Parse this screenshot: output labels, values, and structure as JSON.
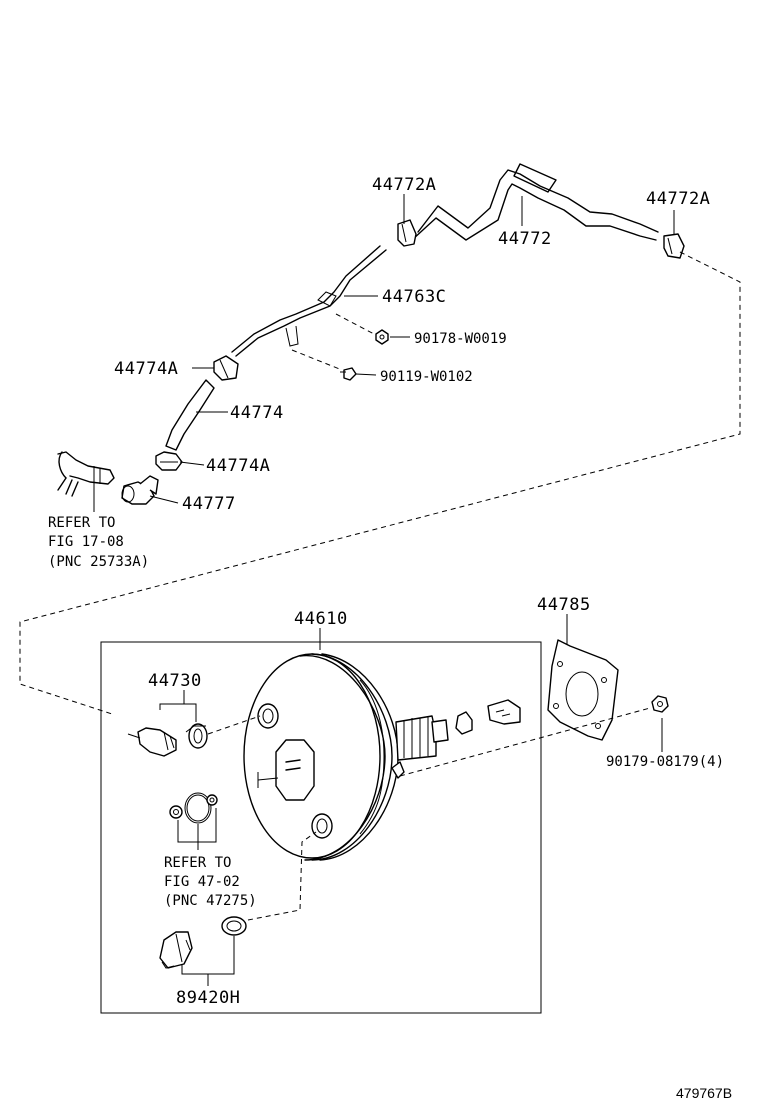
{
  "labels": {
    "p44772A_top": "44772A",
    "p44772": "44772",
    "p44772A_right": "44772A",
    "p44763C": "44763C",
    "p90178": "90178-W0019",
    "p90119": "90119-W0102",
    "p44774A_upper": "44774A",
    "p44774": "44774",
    "p44774A_lower": "44774A",
    "p44777": "44777",
    "ref1_line1": "REFER TO",
    "ref1_line2": "FIG 17-08",
    "ref1_line3": "(PNC 25733A)",
    "p44610": "44610",
    "p44785": "44785",
    "p44730": "44730",
    "p90179": "90179-08179(4)",
    "ref2_line1": "REFER TO",
    "ref2_line2": "FIG 47-02",
    "ref2_line3": "(PNC 47275)",
    "p89420H": "89420H"
  },
  "figure_id": "479767B"
}
